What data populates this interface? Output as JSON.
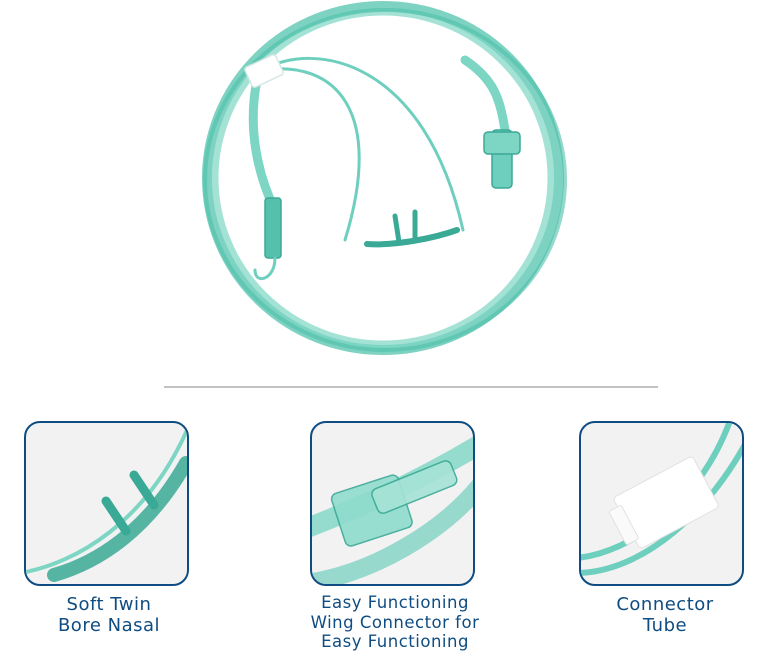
{
  "hero": {
    "image": "nasal-oxygen-cannula-coiled-tubing",
    "colors": {
      "tube": "#5cc7b3",
      "tube_dark": "#3aa995",
      "connector": "#ffffff"
    }
  },
  "features": [
    {
      "icon": "twin-bore-nasal-prongs",
      "lines": [
        "Soft Twin",
        "Bore Nasal"
      ]
    },
    {
      "icon": "wing-connector",
      "lines": [
        "Easy Functioning",
        "Wing Connector for",
        "Easy Functioning"
      ]
    },
    {
      "icon": "connector-tube",
      "lines": [
        "Connector",
        "Tube"
      ]
    }
  ],
  "colors": {
    "card_border": "#0f4c81",
    "card_bg": "#f3f2f2",
    "caption": "#0f4c81",
    "divider": "#c2c2c2"
  }
}
